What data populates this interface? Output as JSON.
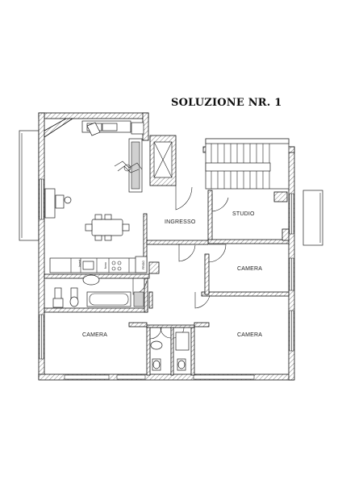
{
  "title": "SOLUZIONE NR. 1",
  "rooms": {
    "ingresso": "INGRESSO",
    "studio": "STUDIO",
    "camera_right_top": "CAMERA",
    "camera_left": "CAMERA",
    "camera_right_bottom": "CAMERA"
  },
  "appliances": {
    "frigo": "FRIGO",
    "lavastoviglie": "lavast.",
    "forno": "forno"
  }
}
